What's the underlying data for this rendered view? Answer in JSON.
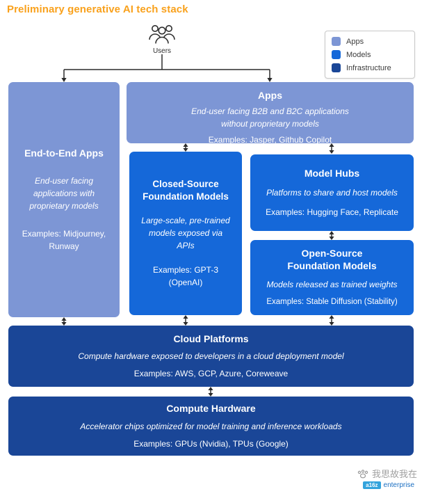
{
  "title": "Preliminary generative AI tech stack",
  "users": {
    "label": "Users"
  },
  "legend": {
    "items": [
      {
        "label": "Apps",
        "color": "#7D96D5"
      },
      {
        "label": "Models",
        "color": "#1568D9"
      },
      {
        "label": "Infrastructure",
        "color": "#1A4697"
      }
    ]
  },
  "boxes": {
    "end_to_end": {
      "title": "End-to-End Apps",
      "description": "End-user facing applications with proprietary models",
      "examples": "Examples: Midjourney, Runway"
    },
    "apps": {
      "title": "Apps",
      "description": "End-user facing B2B and B2C applications without proprietary models",
      "examples": "Examples: Jasper, Github Copilot"
    },
    "closed_source": {
      "title": "Closed-Source Foundation Models",
      "description": "Large-scale, pre-trained models exposed via APIs",
      "examples": "Examples: GPT-3 (OpenAI)"
    },
    "model_hubs": {
      "title": "Model Hubs",
      "description": "Platforms to share and host models",
      "examples": "Examples: Hugging Face, Replicate"
    },
    "open_source": {
      "title": "Open-Source Foundation Models",
      "description": "Models released as trained weights",
      "examples": "Examples: Stable Diffusion (Stability)"
    },
    "cloud": {
      "title": "Cloud Platforms",
      "description": "Compute hardware exposed to developers in a cloud deployment model",
      "examples": "Examples: AWS, GCP, Azure, Coreweave"
    },
    "hardware": {
      "title": "Compute Hardware",
      "description": "Accelerator chips optimized for model training and inference workloads",
      "examples": "Examples: GPUs (Nvidia), TPUs (Google)"
    }
  },
  "watermark": {
    "text": "我思故我在",
    "badge": "a16z",
    "badge_sub": "enterprise"
  },
  "colors": {
    "title": "#F9A11C",
    "apps": "#7D96D5",
    "models": "#1568D9",
    "infrastructure": "#1A4697",
    "arrow": "#2B2B2B"
  }
}
